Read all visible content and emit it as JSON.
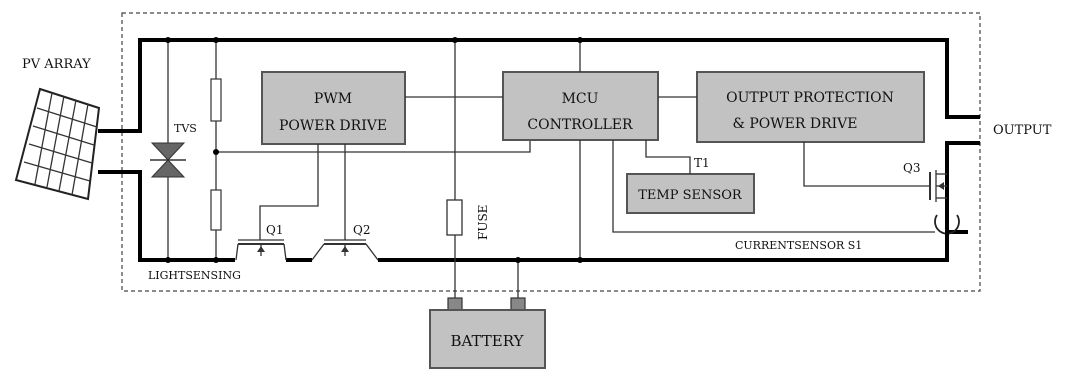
{
  "labels": {
    "pv_array": "PV ARRAY",
    "tvs": "TVS",
    "pwm_line1": "PWM",
    "pwm_line2": "POWER DRIVE",
    "mcu_line1": "MCU",
    "mcu_line2": "CONTROLLER",
    "outprot_line1": "OUTPUT PROTECTION",
    "outprot_line2": "& POWER DRIVE",
    "output": "OUTPUT",
    "temp_sensor": "TEMP SENSOR",
    "t1": "T1",
    "q1": "Q1",
    "q2": "Q2",
    "q3": "Q3",
    "fuse": "FUSE",
    "current_sensor": "CURRENTSENSOR  S1",
    "light_sensing": "LIGHTSENSING",
    "battery": "BATTERY"
  },
  "colors": {
    "block_fill": "#c2c2c2",
    "line": "#000000"
  }
}
